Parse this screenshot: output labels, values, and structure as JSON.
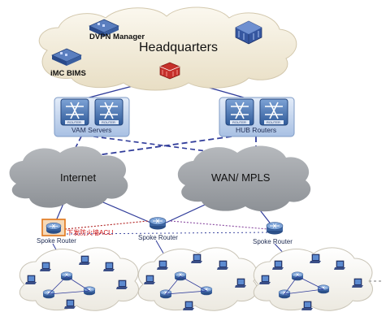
{
  "headquarters": {
    "title": "Headquarters",
    "dvpn_manager": "DVPN Manager",
    "imc_bims": "iMC BIMS"
  },
  "hubs": {
    "vam_servers": "VAM Servers",
    "hub_routers": "HUB Routers",
    "router_badge": "ROUTER"
  },
  "networks": {
    "internet": "Internet",
    "wan": "WAN/ MPLS"
  },
  "spokes": {
    "left": "Spoke Router",
    "middle": "Spoke Router",
    "right": "Spoke Router",
    "acl_note": "下发防火墙ACL!"
  },
  "colors": {
    "cloud_gray": "#9ea2a7",
    "hq_cloud": "#f1ead8",
    "router_blue": "#4f78b6",
    "firewall_red": "#c5302b",
    "acl_red": "#d01010",
    "link_blue": "#303c9a"
  }
}
